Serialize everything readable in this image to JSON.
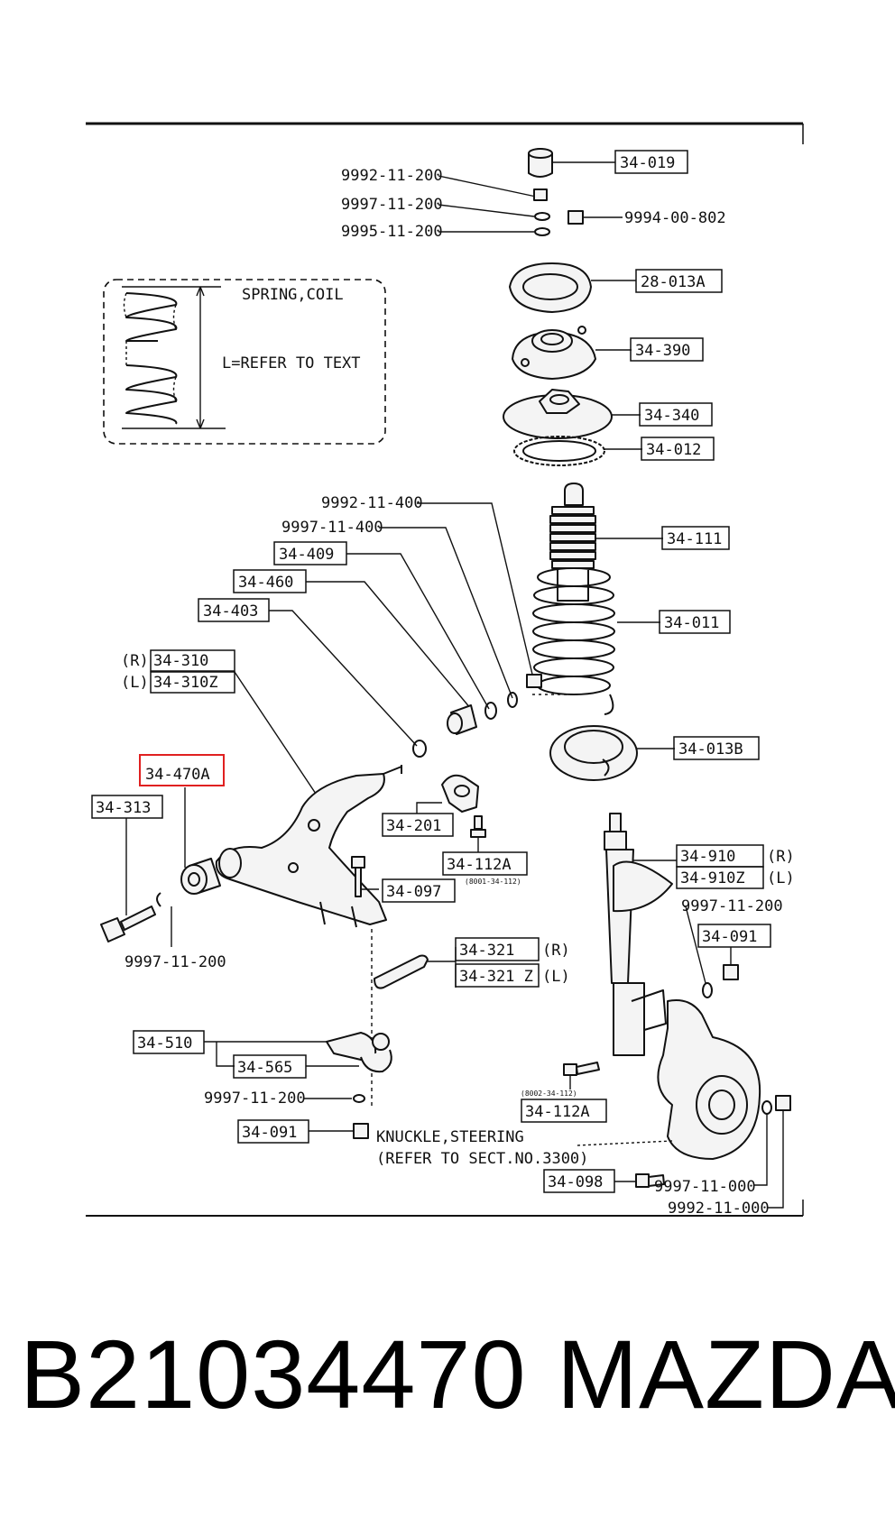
{
  "spring_note": {
    "title": "SPRING,COIL",
    "length": "L=REFER TO TEXT"
  },
  "parts": {
    "p34_019": "34-019",
    "p9992_11_200_top": "9992-11-200",
    "p9997_11_200_top": "9997-11-200",
    "p9995_11_200": "9995-11-200",
    "p9994_00_802": "9994-00-802",
    "p28_013A": "28-013A",
    "p34_390": "34-390",
    "p34_340": "34-340",
    "p34_012": "34-012",
    "p9992_11_400": "9992-11-400",
    "p9997_11_400": "9997-11-400",
    "p34_409": "34-409",
    "p34_460": "34-460",
    "p34_403": "34-403",
    "p34_111": "34-111",
    "p34_011": "34-011",
    "p34_310_side": "(R)",
    "p34_310": "34-310",
    "p34_310Z_side": "(L)",
    "p34_310Z": "34-310Z",
    "p34_013B": "34-013B",
    "p34_470A": "34-470A",
    "p34_313": "34-313",
    "p34_201": "34-201",
    "p34_112A_mid": "34-112A",
    "p34_112A_mid_note": "(8001-34-112)",
    "p34_910": "34-910",
    "p34_910_side": "(R)",
    "p34_910Z": "34-910Z",
    "p34_910Z_side": "(L)",
    "p34_097": "34-097",
    "p9997_11_200_right": "9997-11-200",
    "p34_091_right": "34-091",
    "p9997_11_200_left": "9997-11-200",
    "p34_321": "34-321",
    "p34_321_side": "(R)",
    "p34_321Z": "34-321 Z",
    "p34_321Z_side": "(L)",
    "p34_510": "34-510",
    "p34_565": "34-565",
    "p9997_11_200_bottom": "9997-11-200",
    "p34_091_bottom": "34-091",
    "p34_112A_low_note": "(8002-34-112)",
    "p34_112A_low": "34-112A",
    "knuckle_line1": "KNUCKLE,STEERING",
    "knuckle_line2": "(REFER TO SECT.NO.3300)",
    "p34_098": "34-098",
    "p9997_11_000": "9997-11-000",
    "p9992_11_000": "9992-11-000"
  },
  "highlight_color": "#e02020",
  "footer": {
    "part_number": "B21034470",
    "brand": "MAZDA"
  }
}
